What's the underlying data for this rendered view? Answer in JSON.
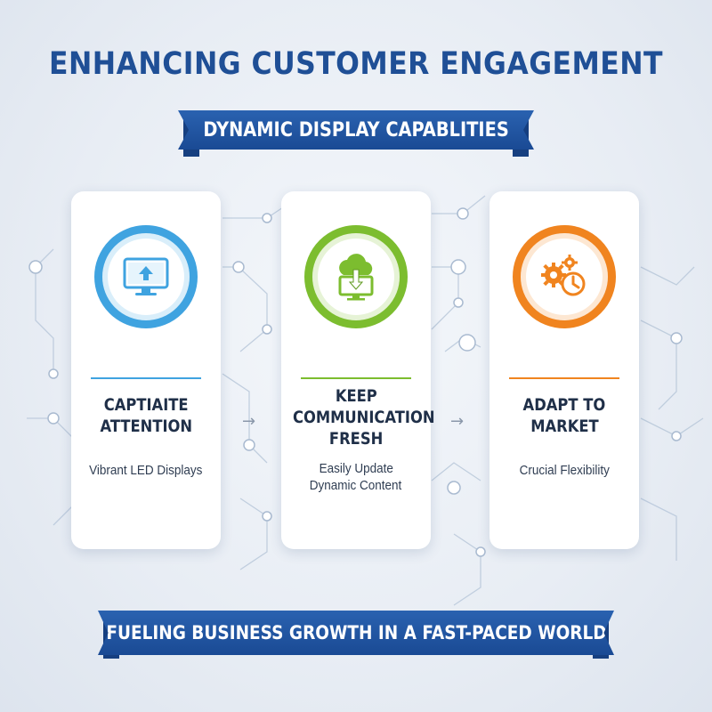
{
  "title": "ENHANCING CUSTOMER ENGAGEMENT",
  "subtitle": "DYNAMIC DISPLAY CAPABLITIES",
  "footer": "FUELING BUSINESS GROWTH IN A FAST-PACED WORLD",
  "arrow_glyph": "→",
  "colors": {
    "brand_blue": "#1f4f96",
    "card1_accent": "#3fa3e0",
    "card2_accent": "#7cbd2f",
    "card3_accent": "#f0841f"
  },
  "cards": [
    {
      "icon": "monitor-upload-icon",
      "title_lines": [
        "CAPTIAITE",
        "ATTENTION"
      ],
      "desc_lines": [
        "Vibrant LED Displays"
      ]
    },
    {
      "icon": "cloud-download-monitor-icon",
      "title_lines": [
        "KEEP",
        "COMMUNICATION",
        "FRESH"
      ],
      "desc_lines": [
        "Easily Update",
        "Dynamic Content"
      ]
    },
    {
      "icon": "gears-clock-icon",
      "title_lines": [
        "ADAPT TO",
        "MARKET"
      ],
      "desc_lines": [
        "Crucial Flexibility"
      ]
    }
  ]
}
